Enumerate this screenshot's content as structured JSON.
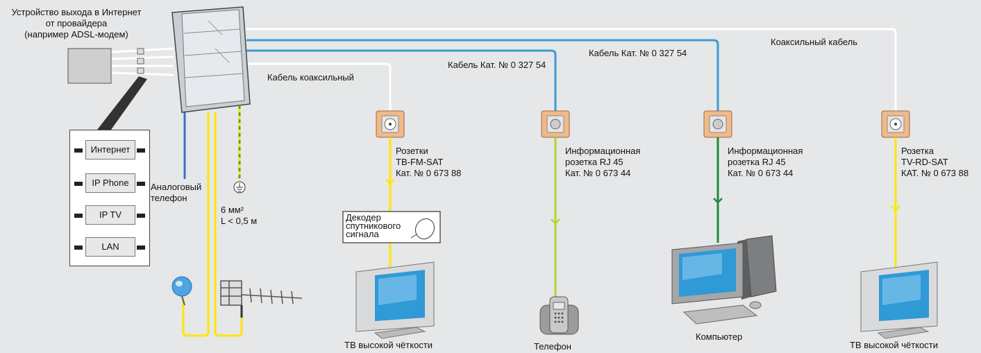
{
  "provider": {
    "label_1": "Устройство выхода в Интернет",
    "label_2": "от провайдера",
    "label_3": "(например ADSL-модем)"
  },
  "services": [
    "Интернет",
    "IP Phone",
    "IP TV",
    "LAN"
  ],
  "analog_phone": {
    "line_1": "Аналоговый",
    "line_2": "телефон"
  },
  "ground": {
    "line_1": "6 мм²",
    "line_2": "L < 0,5 м"
  },
  "cables": {
    "coax_1": "Кабель коаксильный",
    "rj45_1": "Кабель Кат. № 0 327 54",
    "rj45_2": "Кабель Кат. № 0 327 54",
    "coax_2": "Коаксильный кабель"
  },
  "sockets": [
    {
      "line_1": "Розетки",
      "line_2": "ТВ-FM-SAT",
      "line_3": "Кат. № 0 673 88"
    },
    {
      "line_1": "Информационная",
      "line_2": "розетка RJ 45",
      "line_3": "Кат. № 0 673 44"
    },
    {
      "line_1": "Информационная",
      "line_2": "розетка RJ 45",
      "line_3": "Кат. № 0 673 44"
    },
    {
      "line_1": "Розетка",
      "line_2": "TV-RD-SAT",
      "line_3": "КАТ. № 0 673 88"
    }
  ],
  "decoder": {
    "line_1": "Декодер",
    "line_2": "спутникового",
    "line_3": "сигнала"
  },
  "devices": {
    "tv_1": "ТВ высокой чёткости",
    "phone": "Телефон",
    "computer": "Компьютер",
    "tv_2": "ТВ высокой чёткости"
  },
  "colors": {
    "background": "#e6e7e8",
    "rj45_cable": "#3a9bd5",
    "coax_cable": "#ffffff",
    "yellow": "#ffe600",
    "ground": "#5aa02c",
    "socket": "#f0b98a"
  }
}
